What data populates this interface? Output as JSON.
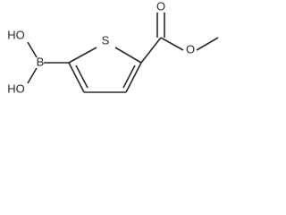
{
  "molecule": {
    "atom_labels": {
      "boron": "B",
      "hydroxyl_top": "HO",
      "hydroxyl_bottom": "HO",
      "ring_sulfur": "S",
      "carbonyl_oxygen": "O",
      "ester_oxygen": "O"
    }
  }
}
